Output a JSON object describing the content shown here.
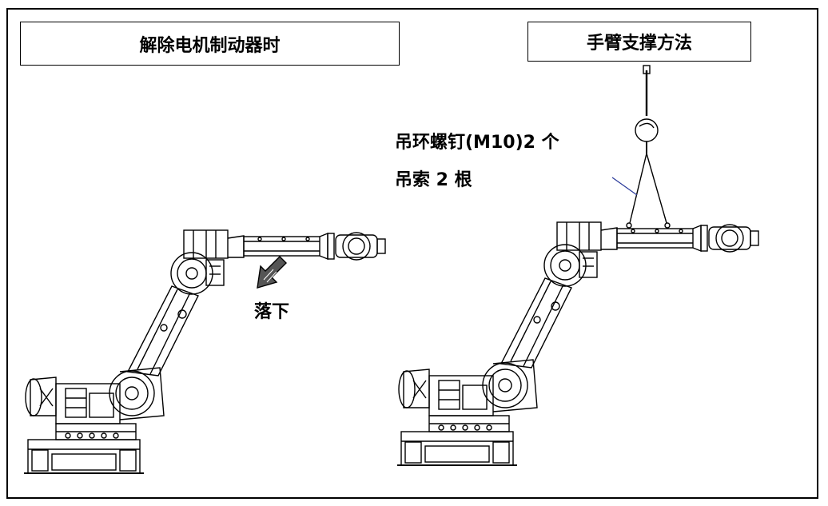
{
  "left_panel": {
    "title": "解除电机制动器时",
    "fall_label": "落下"
  },
  "right_panel": {
    "title": "手臂支撑方法",
    "eyebolt_label": "吊环螺钉(M10)2 个",
    "sling_label": "吊索 2 根"
  },
  "colors": {
    "line": "#000000",
    "leader": "#2a3a9a"
  }
}
